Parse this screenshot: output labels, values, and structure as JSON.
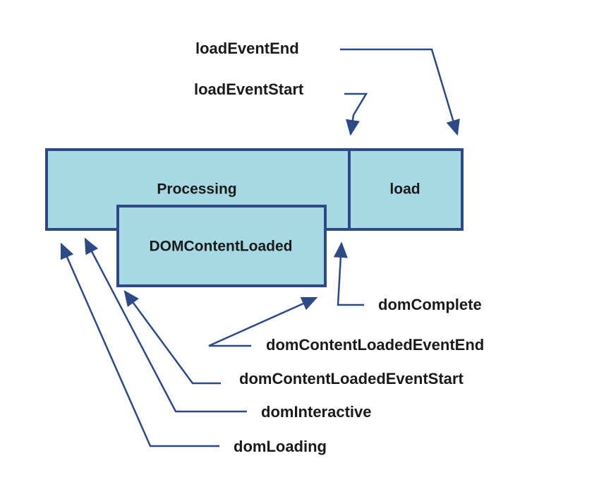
{
  "colors": {
    "box_fill": "#a6d9e3",
    "box_stroke": "#2e4a86",
    "arrow": "#2e4a86",
    "text": "#1a1a1a"
  },
  "boxes": {
    "processing": "Processing",
    "load": "load",
    "dom_content_loaded": "DOMContentLoaded"
  },
  "labels": {
    "load_event_end": "loadEventEnd",
    "load_event_start": "loadEventStart",
    "dom_complete": "domComplete",
    "dom_content_loaded_event_end": "domContentLoadedEventEnd",
    "dom_content_loaded_event_start": "domContentLoadedEventStart",
    "dom_interactive": "domInteractive",
    "dom_loading": "domLoading"
  }
}
